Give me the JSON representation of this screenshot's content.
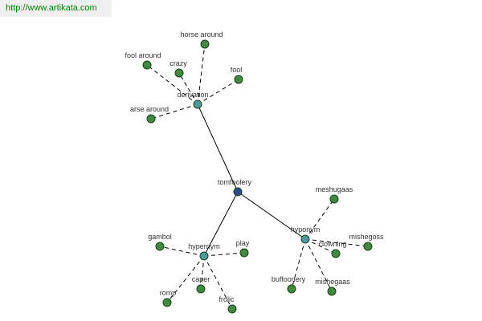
{
  "site_url": "http://www.artikata.com",
  "colors": {
    "url_text": "#008000",
    "center_node": "#2e4a8a",
    "relation_node": "#4d9a9e",
    "word_node": "#3f8a3f",
    "node_stroke": "#1f3f1f",
    "edge": "#000000"
  },
  "graph": {
    "center": {
      "id": "tomfoolery",
      "label": "tomfoolery",
      "type": "center"
    },
    "relations": [
      {
        "id": "derivation",
        "label": "derivation",
        "words": [
          {
            "id": "horse-around",
            "label": "horse around"
          },
          {
            "id": "fool-around",
            "label": "fool around"
          },
          {
            "id": "crazy",
            "label": "crazy"
          },
          {
            "id": "fool",
            "label": "fool"
          },
          {
            "id": "arse-around",
            "label": "arse around"
          }
        ]
      },
      {
        "id": "hypernym",
        "label": "hypernym",
        "words": [
          {
            "id": "gambol",
            "label": "gambol"
          },
          {
            "id": "play",
            "label": "play"
          },
          {
            "id": "caper",
            "label": "caper"
          },
          {
            "id": "romp",
            "label": "romp"
          },
          {
            "id": "frolic",
            "label": "frolic"
          }
        ]
      },
      {
        "id": "hyponym",
        "label": "hyponym",
        "words": [
          {
            "id": "meshugaas",
            "label": "meshugaas"
          },
          {
            "id": "clowning",
            "label": "clowning"
          },
          {
            "id": "mishegoss",
            "label": "mishegoss"
          },
          {
            "id": "buffoonery",
            "label": "buffoonery"
          },
          {
            "id": "mishegaas",
            "label": "mishegaas"
          }
        ]
      }
    ]
  }
}
